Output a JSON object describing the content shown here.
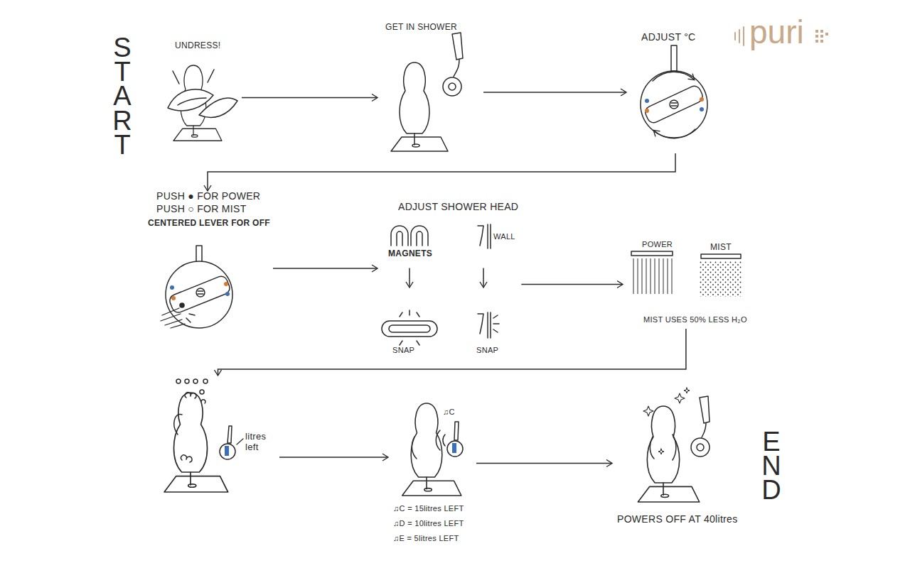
{
  "diagram": {
    "nodes": [
      {
        "text": [
          "UNDRESS!"
        ]
      },
      {
        "text": [
          "GET IN SHOWER"
        ]
      },
      {
        "text": [
          "ADJUST °C"
        ]
      },
      {
        "text": [
          "PUSH ● FOR POWER",
          "PUSH ○ FOR MIST",
          "CENTERED LEVER FOR OFF"
        ]
      },
      {
        "text": [
          "ADJUST SHOWER HEAD",
          "MAGNETS",
          "WALL",
          "SNAP",
          "SNAP"
        ]
      },
      {
        "text": [
          "POWER",
          "MIST",
          "MIST USES 50% LESS H₂O"
        ]
      },
      {
        "text": [
          "litres left"
        ]
      },
      {
        "text": [
          "♫C",
          "♫C = 15litres LEFT",
          "♫D = 10litres LEFT",
          "♫E = 5litres LEFT"
        ]
      },
      {
        "text": [
          "POWERS OFF AT 40litres"
        ]
      }
    ],
    "edges": [
      {
        "from": 0,
        "to": 1,
        "arrow": "to"
      },
      {
        "from": 1,
        "to": 2,
        "arrow": "to"
      },
      {
        "from": 2,
        "to": 3,
        "arrow": "to"
      },
      {
        "from": 3,
        "to": 4,
        "arrow": "to"
      },
      {
        "from": 4,
        "to": 5,
        "arrow": "to"
      },
      {
        "from": 5,
        "to": 6,
        "arrow": "to"
      },
      {
        "from": 6,
        "to": 7,
        "arrow": "to"
      },
      {
        "from": 7,
        "to": 8,
        "arrow": "to"
      }
    ],
    "labels": [
      "START",
      "END",
      "puri"
    ]
  }
}
